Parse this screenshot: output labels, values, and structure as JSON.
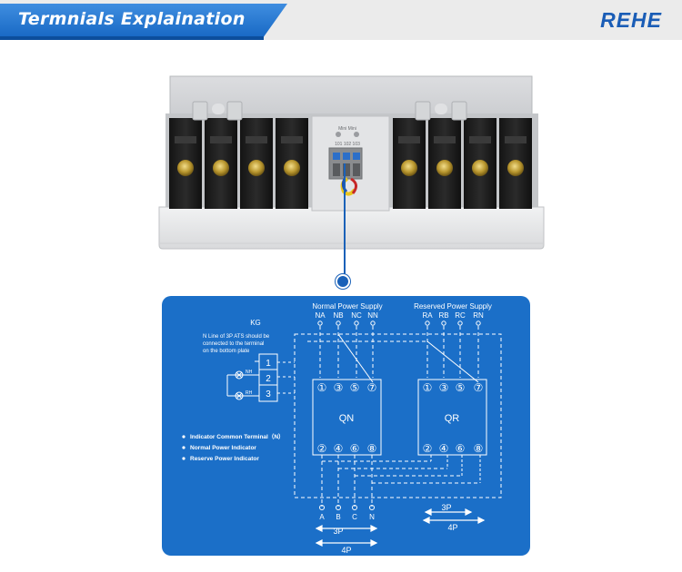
{
  "header": {
    "title": "Termnials Explaination",
    "brand": "REHE"
  },
  "device": {
    "terminal_label_top": "Mini Mini",
    "terminal_label_bottom": "101 102 103"
  },
  "diagram": {
    "normal_supply_label": "Normal Power Supply",
    "normal_terminals": [
      "NA",
      "NB",
      "NC",
      "NN"
    ],
    "reserved_supply_label": "Reserved Power Supply",
    "reserved_terminals": [
      "RA",
      "RB",
      "RC",
      "RN"
    ],
    "kg_label": "KG",
    "note": [
      "N Line of 3P ATS should be",
      "connected to the terminal",
      "on the bottom plate"
    ],
    "kg_terminals": [
      "1",
      "2",
      "3"
    ],
    "indicator_labels": [
      "NH",
      "RH"
    ],
    "qn_label": "QN",
    "qr_label": "QR",
    "qn_top_terminals": [
      "①",
      "③",
      "⑤",
      "⑦"
    ],
    "qn_bottom_terminals": [
      "②",
      "④",
      "⑥",
      "⑧"
    ],
    "qr_top_terminals": [
      "①",
      "③",
      "⑤",
      "⑦"
    ],
    "qr_bottom_terminals": [
      "②",
      "④",
      "⑥",
      "⑧"
    ],
    "legend": [
      "Indicator Common Terminal（N）",
      "Normal Power Indicator",
      "Reserve Power Indicator"
    ],
    "output_terminals": [
      "A",
      "B",
      "C",
      "N"
    ],
    "pole_3p": "3P",
    "pole_4p": "4P",
    "pole_3p_right": "3P",
    "pole_4p_right": "4P"
  }
}
